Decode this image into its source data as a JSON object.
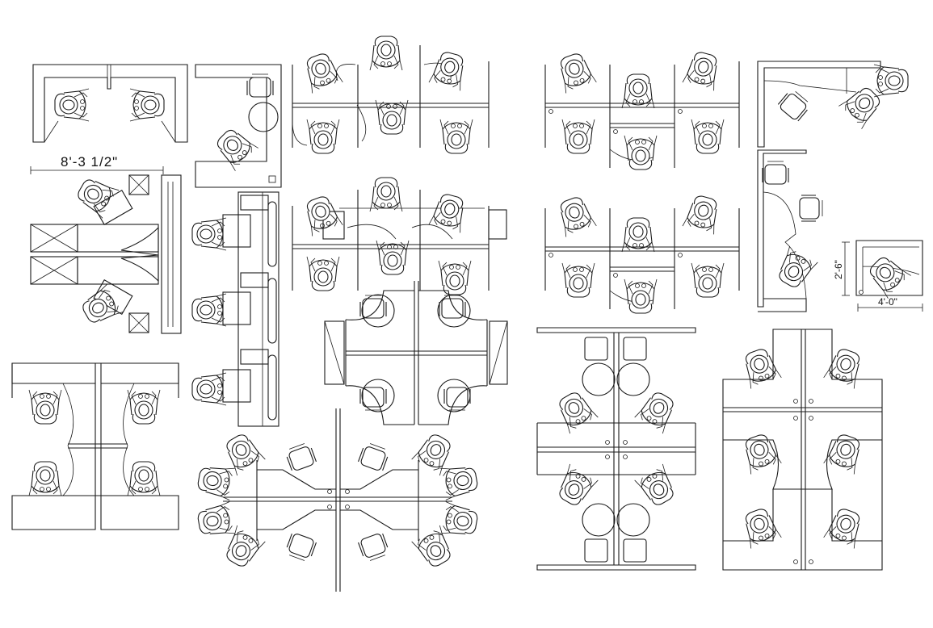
{
  "dimensions": {
    "workstation_width": "8'-3  1/2\"",
    "corner_unit_depth": "2'-6\"",
    "corner_unit_width": "4'-0\""
  },
  "colors": {
    "line": "#1a1a1a",
    "background": "#ffffff"
  },
  "icons": {
    "seated_person": "person-topview-icon",
    "chair": "office-chair-icon"
  }
}
